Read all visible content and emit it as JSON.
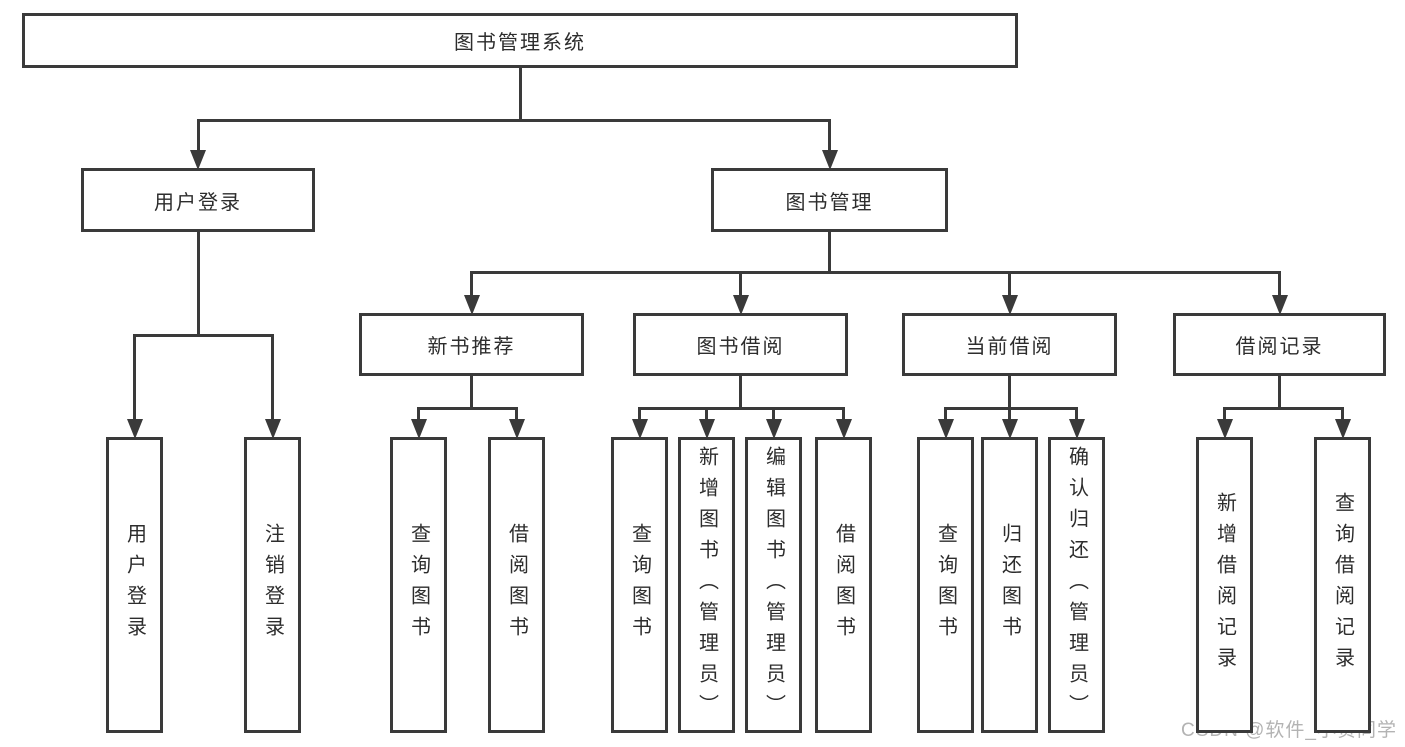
{
  "diagram": {
    "title": "图书管理系统",
    "nodes": [
      {
        "id": "system",
        "label": "图书管理系统",
        "parent": null,
        "orientation": "horizontal"
      },
      {
        "id": "login",
        "label": "用户登录",
        "parent": "system",
        "orientation": "horizontal"
      },
      {
        "id": "mgmt",
        "label": "图书管理",
        "parent": "system",
        "orientation": "horizontal"
      },
      {
        "id": "newbook",
        "label": "新书推荐",
        "parent": "mgmt",
        "orientation": "horizontal"
      },
      {
        "id": "borrow",
        "label": "图书借阅",
        "parent": "mgmt",
        "orientation": "horizontal"
      },
      {
        "id": "current",
        "label": "当前借阅",
        "parent": "mgmt",
        "orientation": "horizontal"
      },
      {
        "id": "records",
        "label": "借阅记录",
        "parent": "mgmt",
        "orientation": "horizontal"
      },
      {
        "id": "login-user",
        "label": "用户登录",
        "parent": "login",
        "orientation": "vertical"
      },
      {
        "id": "login-logout",
        "label": "注销登录",
        "parent": "login",
        "orientation": "vertical"
      },
      {
        "id": "newbook-query",
        "label": "查询图书",
        "parent": "newbook",
        "orientation": "vertical"
      },
      {
        "id": "newbook-borrow",
        "label": "借阅图书",
        "parent": "newbook",
        "orientation": "vertical"
      },
      {
        "id": "borrow-query",
        "label": "查询图书",
        "parent": "borrow",
        "orientation": "vertical"
      },
      {
        "id": "borrow-add",
        "label": "新增图书（管理员）",
        "parent": "borrow",
        "orientation": "vertical"
      },
      {
        "id": "borrow-edit",
        "label": "编辑图书（管理员）",
        "parent": "borrow",
        "orientation": "vertical"
      },
      {
        "id": "borrow-lend",
        "label": "借阅图书",
        "parent": "borrow",
        "orientation": "vertical"
      },
      {
        "id": "current-query",
        "label": "查询图书",
        "parent": "current",
        "orientation": "vertical"
      },
      {
        "id": "current-return",
        "label": "归还图书",
        "parent": "current",
        "orientation": "vertical"
      },
      {
        "id": "current-confirm",
        "label": "确认归还（管理员）",
        "parent": "current",
        "orientation": "vertical"
      },
      {
        "id": "records-add",
        "label": "新增借阅记录",
        "parent": "records",
        "orientation": "vertical"
      },
      {
        "id": "records-query",
        "label": "查询借阅记录",
        "parent": "records",
        "orientation": "vertical"
      }
    ]
  },
  "watermark": {
    "text": "CSDN @软件_小贺同学"
  },
  "colors": {
    "line": "#3a3a3a",
    "text": "#2d2d2d",
    "watermark": "#b3b3b3",
    "background": "#ffffff"
  }
}
